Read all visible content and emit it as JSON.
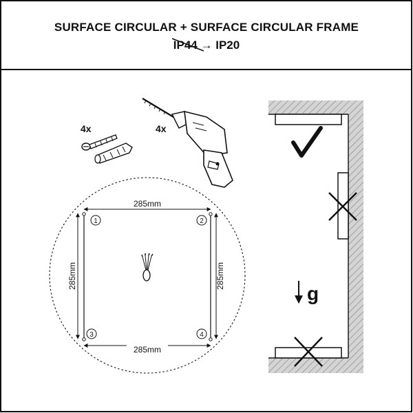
{
  "header": {
    "title": "SURFACE CIRCULAR + SURFACE CIRCULAR FRAME",
    "ip_old": "IP44",
    "ip_new": "IP20"
  },
  "tools": {
    "screws_quantity": "4x",
    "drill_quantity": "4x"
  },
  "template": {
    "dimensions": {
      "top": "285mm",
      "bottom": "285mm",
      "left": "285mm",
      "right": "285mm"
    },
    "holes": [
      "1",
      "2",
      "3",
      "4"
    ]
  },
  "mounting": {
    "gravity_label": "g"
  },
  "colors": {
    "line": "#111111",
    "hatch": "#999999",
    "hatch_bg": "#d4d4d4"
  }
}
